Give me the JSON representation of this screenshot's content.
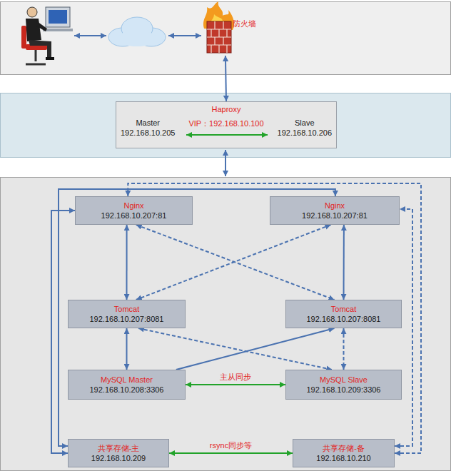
{
  "diagram": {
    "nodes": [
      {
        "text": [
          "防火墙"
        ]
      },
      {
        "text": [
          "Haproxy",
          "Master 192.168.10.205",
          "VIP：192.168.10.100",
          "Slave 192.168.10.206"
        ]
      },
      {
        "text": [
          "Nginx",
          "192.168.10.207:81"
        ]
      },
      {
        "text": [
          "Nginx",
          "192.168.10.207:81"
        ]
      },
      {
        "text": [
          "Tomcat",
          "192.168.10.207:8081"
        ]
      },
      {
        "text": [
          "Tomcat",
          "192.168.10.207:8081"
        ]
      },
      {
        "text": [
          "MySQL Master",
          "192.168.10.208:3306"
        ]
      },
      {
        "text": [
          "MySQL Slave",
          "192.168.10.209:3306"
        ]
      },
      {
        "text": [
          "共享存储-主",
          "192.168.10.209"
        ]
      },
      {
        "text": [
          "共享存储-备",
          "192.168.10.210"
        ]
      }
    ],
    "edges": [
      {
        "from": 0,
        "to": 1,
        "arrow": "both"
      },
      {
        "from": 2,
        "to": 4,
        "arrow": "both"
      },
      {
        "from": 3,
        "to": 5,
        "arrow": "both"
      },
      {
        "from": 2,
        "to": 5,
        "arrow": "both"
      },
      {
        "from": 3,
        "to": 4,
        "arrow": "both"
      },
      {
        "from": 4,
        "to": 6,
        "arrow": "both"
      },
      {
        "from": 6,
        "to": 5,
        "arrow": "to"
      },
      {
        "from": 4,
        "to": 7,
        "arrow": "both"
      },
      {
        "from": 5,
        "to": 7,
        "arrow": "both"
      },
      {
        "from": 6,
        "to": 7,
        "label": "主从同步",
        "arrow": "both"
      },
      {
        "from": 8,
        "to": 9,
        "label": "rsync同步等",
        "arrow": "both"
      },
      {
        "from": 8,
        "to": 2,
        "arrow": "both"
      },
      {
        "from": 8,
        "to": 3,
        "arrow": "both"
      },
      {
        "from": 9,
        "to": 2,
        "arrow": "both"
      },
      {
        "from": 9,
        "to": 3,
        "arrow": "both"
      }
    ]
  }
}
